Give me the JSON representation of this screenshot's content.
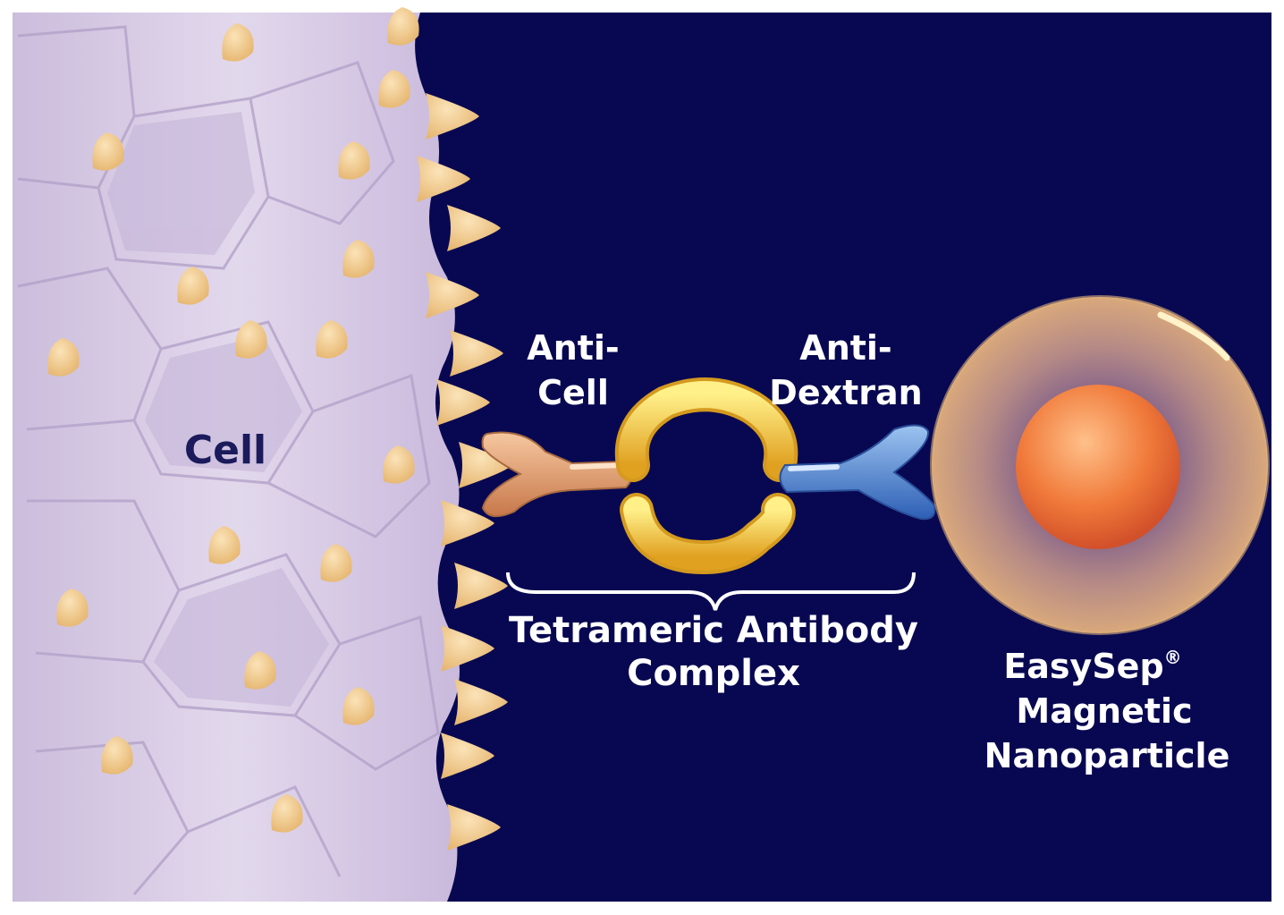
{
  "labels": {
    "cell": "Cell",
    "anti_cell_line1": "Anti-",
    "anti_cell_line2": "Cell",
    "anti_dextran_line1": "Anti-",
    "anti_dextran_line2": "Dextran",
    "complex_line1": "Tetrameric Antibody",
    "complex_line2": "Complex",
    "particle_line1": "EasySep",
    "particle_registered": "®",
    "particle_line2": "Magnetic",
    "particle_line3": "Nanoparticle"
  },
  "colors": {
    "background": "#080852",
    "border": "#ffffff",
    "cell_fill": "#d9cde6",
    "cell_shadow": "#b9a9cf",
    "receptor": "#f1c98b",
    "anti_cell_antibody": "#e6a877",
    "linker": "#f5c93a",
    "anti_dextran_antibody": "#5b8fd9",
    "particle_shell": "#b7838f",
    "particle_core": "#f08040",
    "text_light": "#ffffff",
    "text_dark": "#1a1a5c"
  }
}
